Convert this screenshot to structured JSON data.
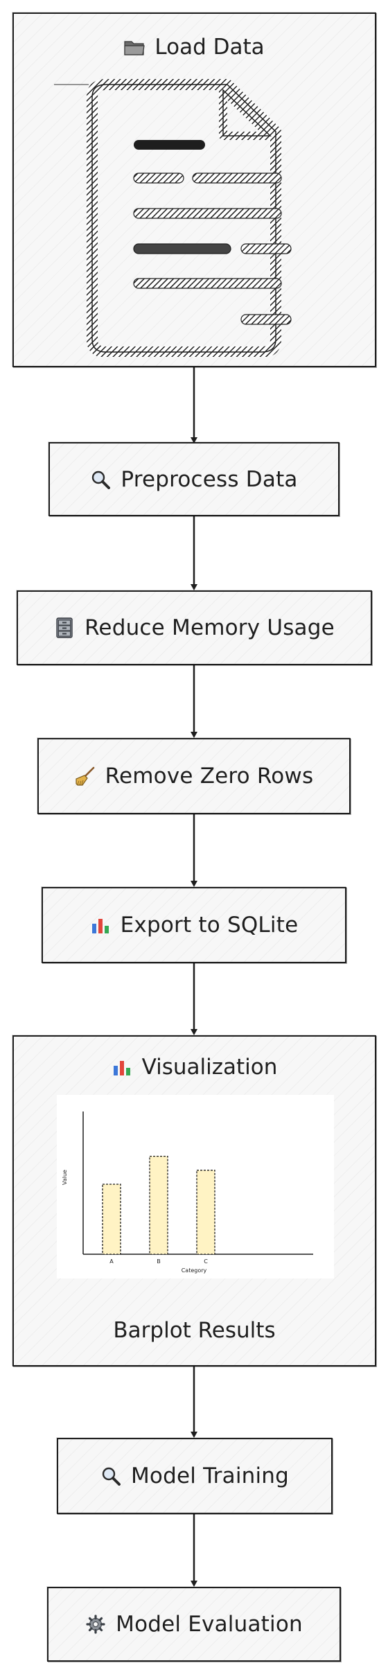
{
  "steps": {
    "load": {
      "label": "Load Data",
      "icon": "folder-icon"
    },
    "preprocess": {
      "label": "Preprocess Data",
      "icon": "magnifier-icon"
    },
    "reduce": {
      "label": "Reduce Memory Usage",
      "icon": "file-cabinet-icon"
    },
    "remove": {
      "label": "Remove Zero Rows",
      "icon": "broom-icon"
    },
    "export": {
      "label": "Export to SQLite",
      "icon": "bar-chart-icon"
    },
    "visualization": {
      "label": "Visualization",
      "icon": "bar-chart-icon",
      "caption": "Barplot Results"
    },
    "training": {
      "label": "Model Training",
      "icon": "magnifier-icon"
    },
    "evaluation": {
      "label": "Model Evaluation",
      "icon": "gear-icon"
    }
  },
  "colors": {
    "stroke": "#1e1e1e",
    "node_fill": "#f7f7f7",
    "bar_fill": "#fff3c4",
    "bar_stroke": "#1e1e1e"
  },
  "chart_data": {
    "type": "bar",
    "categories": [
      "A",
      "B",
      "C"
    ],
    "values": [
      5,
      7,
      6
    ],
    "xlabel": "Category",
    "ylabel": "Value",
    "ylim": [
      0,
      10
    ],
    "grid": false
  }
}
